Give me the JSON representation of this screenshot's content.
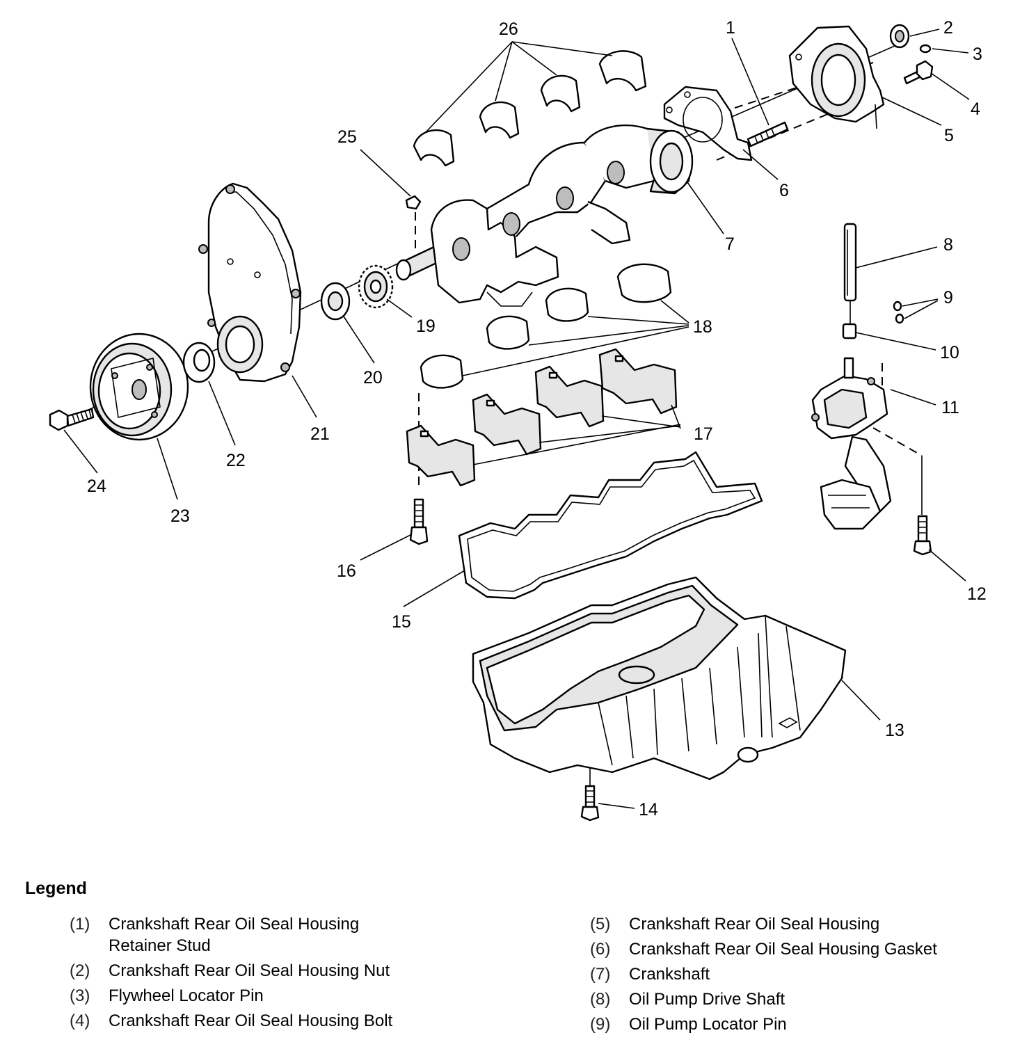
{
  "diagram": {
    "callouts": [
      "1",
      "2",
      "3",
      "4",
      "5",
      "6",
      "7",
      "8",
      "9",
      "10",
      "11",
      "12",
      "13",
      "14",
      "15",
      "16",
      "17",
      "18",
      "19",
      "20",
      "21",
      "22",
      "23",
      "24",
      "25",
      "26"
    ]
  },
  "legend": {
    "title": "Legend",
    "left": [
      {
        "num": "(1)",
        "text": "Crankshaft Rear Oil Seal Housing Retainer Stud"
      },
      {
        "num": "(2)",
        "text": "Crankshaft Rear Oil Seal Housing Nut"
      },
      {
        "num": "(3)",
        "text": "Flywheel Locator Pin"
      },
      {
        "num": "(4)",
        "text": "Crankshaft Rear Oil Seal Housing Bolt"
      }
    ],
    "right": [
      {
        "num": "(5)",
        "text": "Crankshaft Rear Oil Seal Housing"
      },
      {
        "num": "(6)",
        "text": "Crankshaft Rear Oil Seal Housing Gasket"
      },
      {
        "num": "(7)",
        "text": "Crankshaft"
      },
      {
        "num": "(8)",
        "text": "Oil Pump Drive Shaft"
      },
      {
        "num": "(9)",
        "text": "Oil Pump Locator Pin"
      }
    ]
  }
}
